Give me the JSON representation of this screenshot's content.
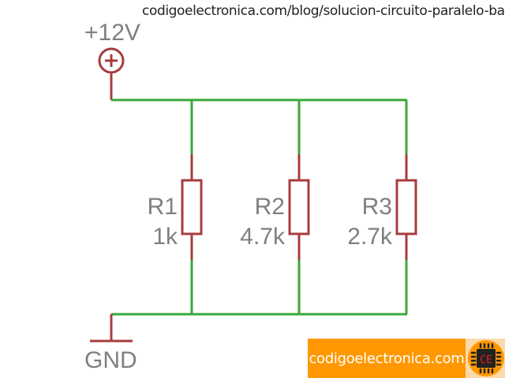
{
  "header": {
    "url": "codigoelectronica.com/blog/solucion-circuito-paralelo-basico"
  },
  "circuit": {
    "source_label": "+12V",
    "ground_label": "GND",
    "resistors": [
      {
        "name": "R1",
        "value": "1k"
      },
      {
        "name": "R2",
        "value": "4.7k"
      },
      {
        "name": "R3",
        "value": "2.7k"
      }
    ]
  },
  "footer": {
    "brand": "codigoelectronica.com",
    "logo_text": "CE"
  },
  "colors": {
    "wire": "#3aa83a",
    "component": "#a83c3c",
    "label": "#7f7f7f",
    "brand": "#ff9800"
  }
}
